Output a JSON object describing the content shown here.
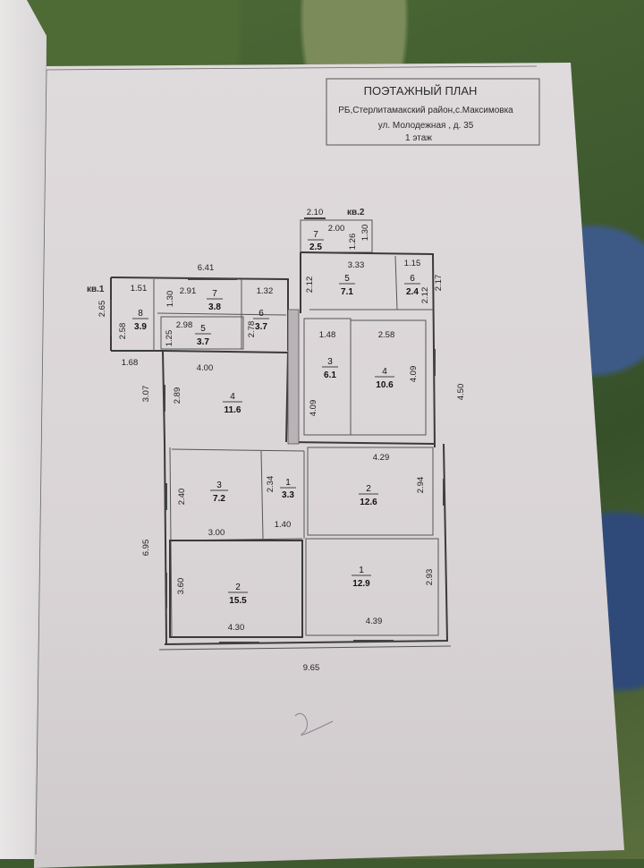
{
  "title_block": {
    "title": "ПОЭТАЖНЫЙ ПЛАН",
    "address_line1": "РБ,Стерлитамакский район,с.Максимовка",
    "address_line2": "ул. Молодежная , д. 35",
    "floor": "1 этаж"
  },
  "apartments": {
    "kv1": "кв.1",
    "kv2": "кв.2"
  },
  "rooms": {
    "k1_r8": {
      "num": "8",
      "area": "3.9"
    },
    "k1_r7": {
      "num": "7",
      "area": "3.8"
    },
    "k1_r6": {
      "num": "6",
      "area": "3.7"
    },
    "k1_r5": {
      "num": "5",
      "area": "3.7"
    },
    "k1_r4": {
      "num": "4",
      "area": "11.6"
    },
    "k1_r3": {
      "num": "3",
      "area": "7.2"
    },
    "k1_r1": {
      "num": "1",
      "area": "3.3"
    },
    "k1_r2": {
      "num": "2",
      "area": "15.5"
    },
    "k2_r7": {
      "num": "7",
      "area": "2.5"
    },
    "k2_r5": {
      "num": "5",
      "area": "7.1"
    },
    "k2_r6": {
      "num": "6",
      "area": "2.4"
    },
    "k2_r3": {
      "num": "3",
      "area": "6.1"
    },
    "k2_r4": {
      "num": "4",
      "area": "10.6"
    },
    "k2_r2": {
      "num": "2",
      "area": "12.6"
    },
    "k2_r1": {
      "num": "1",
      "area": "12.9"
    }
  },
  "dimensions": {
    "d_2_10": "2.10",
    "d_2_00": "2.00",
    "d_1_26": "1.26",
    "d_1_30a": "1.30",
    "d_3_33": "3.33",
    "d_1_15": "1.15",
    "d_2_12a": "2.12",
    "d_2_12b": "2.12",
    "d_2_17": "2.17",
    "d_6_41": "6.41",
    "d_1_51": "1.51",
    "d_2_91": "2.91",
    "d_1_30b": "1.30",
    "d_1_32": "1.32",
    "d_2_65": "2.65",
    "d_2_58": "2.58",
    "d_2_98": "2.98",
    "d_1_25": "1.25",
    "d_2_78": "2.78",
    "d_1_68": "1.68",
    "d_4_00": "4.00",
    "d_3_07": "3.07",
    "d_2_89": "2.89",
    "d_1_48": "1.48",
    "d_2_58b": "2.58",
    "d_4_09a": "4.09",
    "d_4_09b": "4.09",
    "d_4_50": "4.50",
    "d_4_29": "4.29",
    "d_2_40": "2.40",
    "d_2_34": "2.34",
    "d_2_94": "2.94",
    "d_1_40": "1.40",
    "d_3_00": "3.00",
    "d_6_95": "6.95",
    "d_3_60": "3.60",
    "d_2_93": "2.93",
    "d_4_30": "4.30",
    "d_4_39": "4.39",
    "d_9_65": "9.65"
  }
}
